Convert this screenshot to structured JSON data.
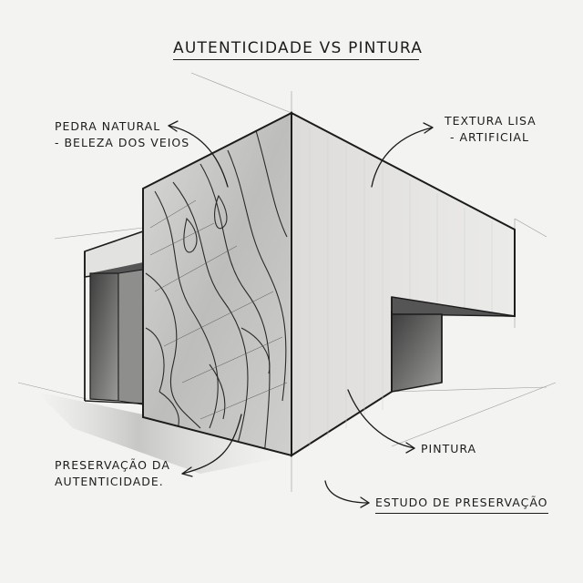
{
  "title": "Autenticidade vs Pintura",
  "annotations": {
    "natural_stone": {
      "line1": "Pedra natural",
      "line2": "- beleza dos veios"
    },
    "smooth_texture": {
      "line1": "Textura lisa",
      "line2": "- artificial"
    },
    "preservation": {
      "line1": "Preservação da",
      "line2": "autenticidade."
    },
    "paint": {
      "line1": "Pintura"
    },
    "study": {
      "line1": "Estudo de preservação"
    }
  },
  "colors": {
    "paper": "#f3f3f1",
    "ink": "#1c1c1c",
    "painted_face": "#e4e4e2",
    "painted_side": "#d6d6d4",
    "shadow": "#5a5a5a",
    "marble_base": "#cfcfcd"
  }
}
